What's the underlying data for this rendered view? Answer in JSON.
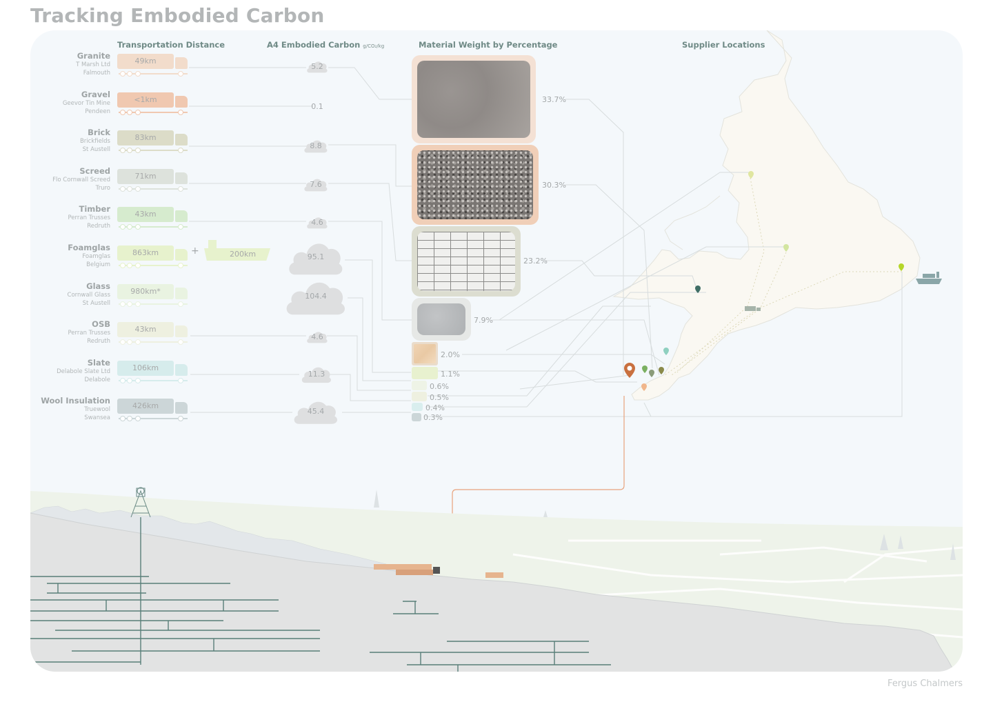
{
  "title": "Tracking Embodied Carbon",
  "credit": "Fergus Chalmers",
  "headers": {
    "transport": "Transportation Distance",
    "carbon": "A4 Embodied Carbon",
    "carbon_unit": "g/CO₂/kg",
    "weight": "Material Weight by Percentage",
    "suppliers": "Supplier Locations"
  },
  "materials": [
    {
      "name": "Granite",
      "supplier": "T Marsh Ltd",
      "town": "Falmouth",
      "distance": "49km",
      "carbon": "5.2",
      "color": "#f2dccb"
    },
    {
      "name": "Gravel",
      "supplier": "Geevor Tin Mine",
      "town": "Pendeen",
      "distance": "<1km",
      "carbon": "0.1",
      "color": "#f0c8b0"
    },
    {
      "name": "Brick",
      "supplier": "Brickfields",
      "town": "St Austell",
      "distance": "83km",
      "carbon": "8.8",
      "color": "#dcdcc8"
    },
    {
      "name": "Screed",
      "supplier": "Flo Cornwall Screed",
      "town": "Truro",
      "distance": "71km",
      "carbon": "7.6",
      "color": "#dde2dc"
    },
    {
      "name": "Timber",
      "supplier": "Perran Trusses",
      "town": "Redruth",
      "distance": "43km",
      "carbon": "4.6",
      "color": "#d6ebce"
    },
    {
      "name": "Foamglas",
      "supplier": "Foamglas",
      "town": "Belgium",
      "distance": "863km",
      "extra_distance": "200km",
      "carbon": "95.1",
      "color": "#e7f2cd"
    },
    {
      "name": "Glass",
      "supplier": "Cornwall Glass",
      "town": "St Austell",
      "distance": "980km*",
      "carbon": "104.4",
      "color": "#e9f3e1"
    },
    {
      "name": "OSB",
      "supplier": "Perran Trusses",
      "town": "Redruth",
      "distance": "43km",
      "carbon": "4.6",
      "color": "#eef0e0"
    },
    {
      "name": "Slate",
      "supplier": "Delabole Slate Ltd",
      "town": "Delabole",
      "distance": "106km",
      "carbon": "11.3",
      "color": "#d6ecec"
    },
    {
      "name": "Wool Insulation",
      "supplier": "Truewool",
      "town": "Swansea",
      "distance": "426km",
      "carbon": "45.4",
      "color": "#ccd6d8"
    }
  ],
  "weights": [
    {
      "label": "33.7%",
      "value": 33.7
    },
    {
      "label": "30.3%",
      "value": 30.3
    },
    {
      "label": "23.2%",
      "value": 23.2
    },
    {
      "label": "7.9%",
      "value": 7.9
    },
    {
      "label": "2.0%",
      "value": 2.0
    },
    {
      "label": "1.1%",
      "value": 1.1
    },
    {
      "label": "0.6%",
      "value": 0.6
    },
    {
      "label": "0.5%",
      "value": 0.5
    },
    {
      "label": "0.4%",
      "value": 0.4
    },
    {
      "label": "0.3%",
      "value": 0.3
    }
  ]
}
